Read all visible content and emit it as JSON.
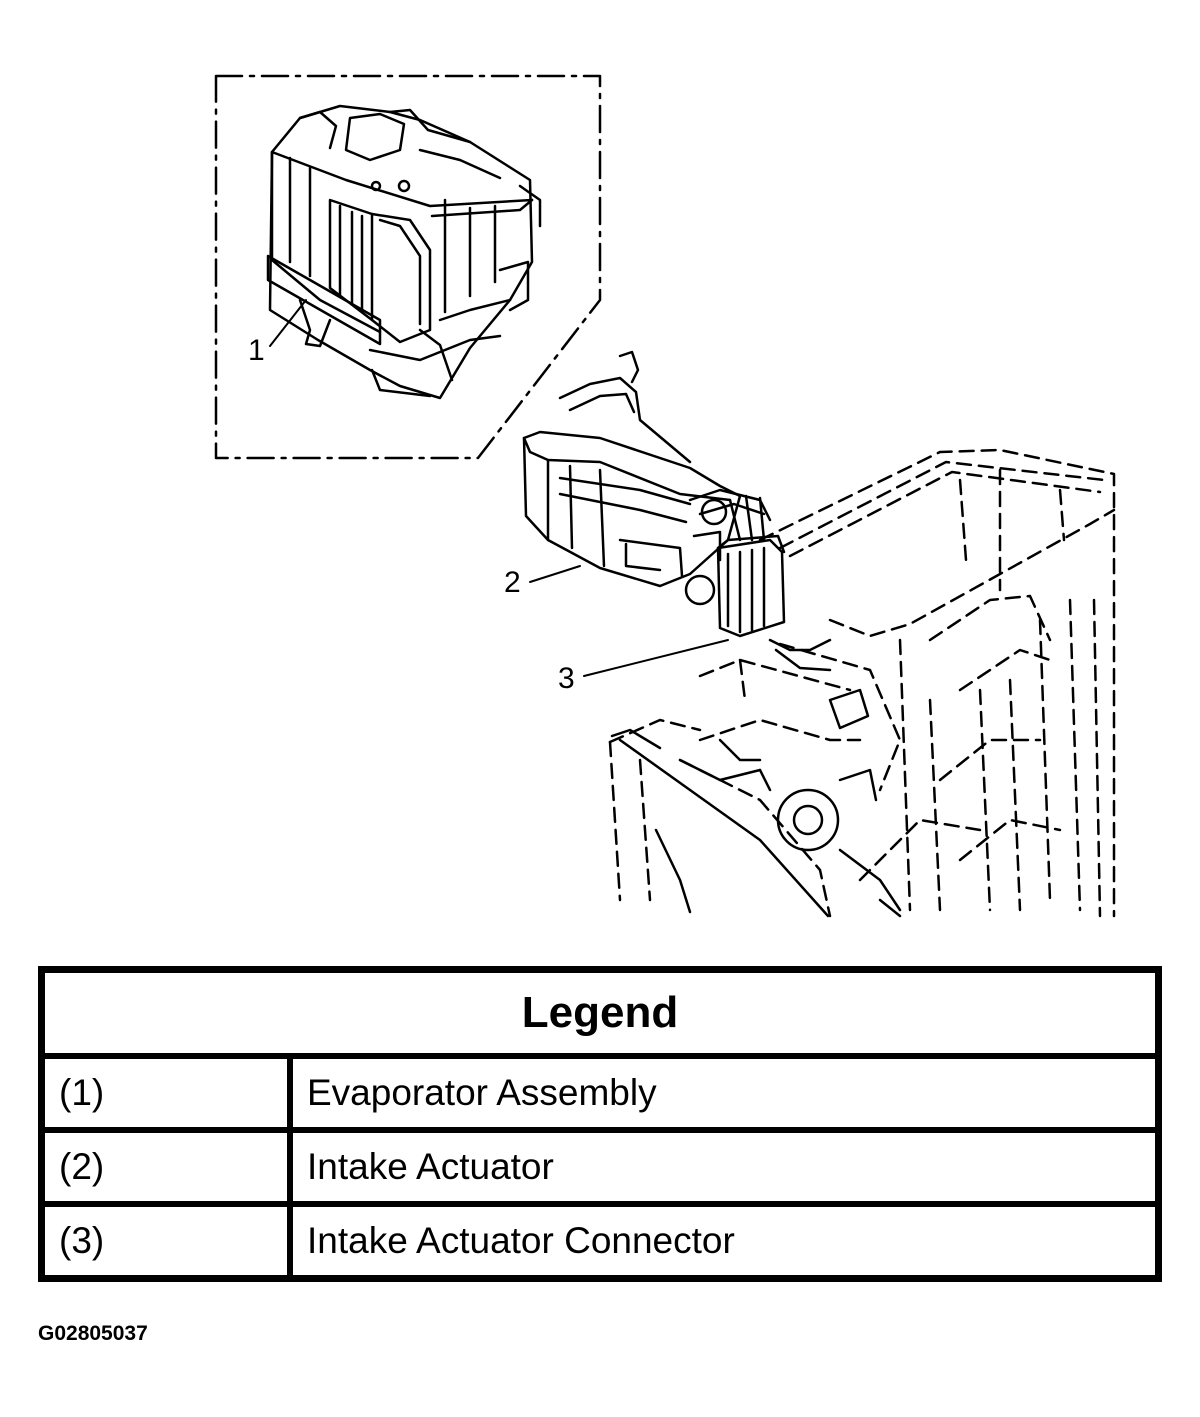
{
  "callouts": {
    "c1": "1",
    "c2": "2",
    "c3": "3"
  },
  "legend": {
    "title": "Legend",
    "rows": [
      {
        "num": "(1)",
        "label": "Evaporator Assembly"
      },
      {
        "num": "(2)",
        "label": "Intake Actuator"
      },
      {
        "num": "(3)",
        "label": "Intake Actuator Connector"
      }
    ]
  },
  "figure_id": "G02805037"
}
